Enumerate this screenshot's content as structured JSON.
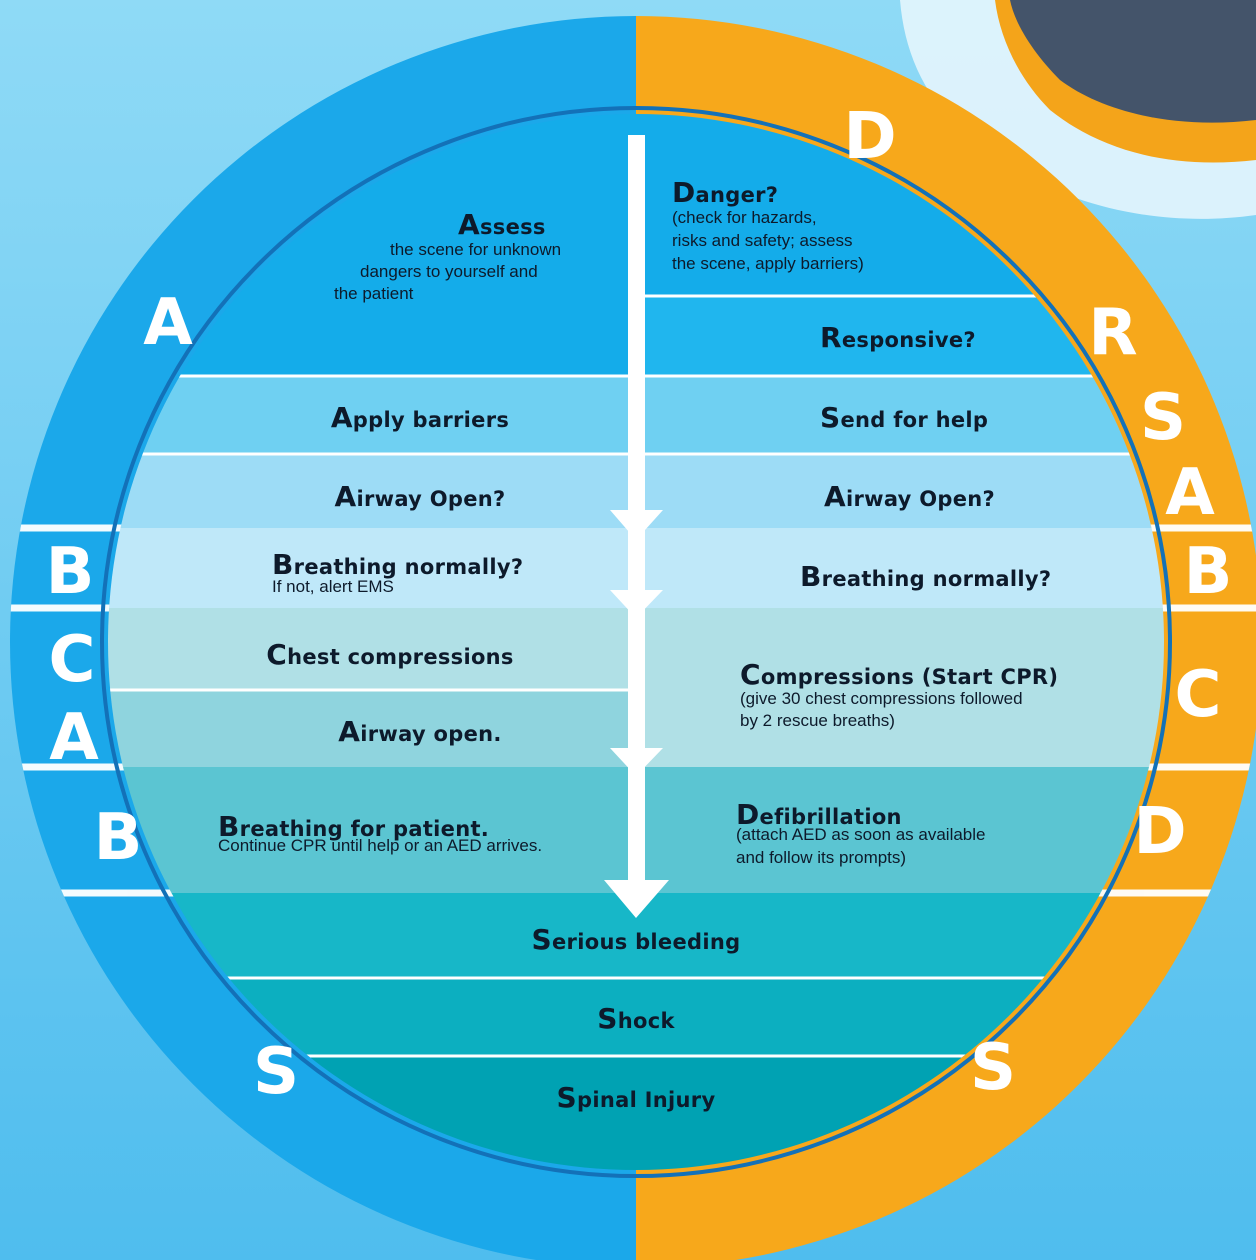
{
  "colors": {
    "background": "#5cc6f0",
    "ring_left": "#1ba8ea",
    "ring_right": "#f7a81b",
    "band_top": "#14acea",
    "band_light": "#6fd0f2",
    "band_lighter": "#9ddcf6",
    "band_palest": "#bfe8f9",
    "band_teal_light": "#b0e0e6",
    "band_teal_mid": "#8fd4de",
    "band_teal": "#5bc5d2",
    "band_teal_dark": "#17b7c8",
    "band_teal_darker": "#00a7b7",
    "divider": "#ffffff"
  },
  "ring": {
    "left_letters": [
      "A",
      "B",
      "C",
      "A",
      "B",
      "S"
    ],
    "right_letters": [
      "D",
      "R",
      "S",
      "A",
      "B",
      "C",
      "D",
      "S"
    ]
  },
  "left": {
    "assess": {
      "head": "Assess",
      "sub": [
        "the scene for unknown",
        "dangers to yourself and",
        "the patient"
      ]
    },
    "apply_barriers": "Apply barriers",
    "airway_open": "Airway Open?",
    "breathing_normally": {
      "head": "Breathing normally?",
      "sub": "If not, alert EMS"
    },
    "chest_compressions": "Chest compressions",
    "airway_open_2": "Airway open.",
    "breathing_for_patient": {
      "head": "Breathing for patient.",
      "sub": "Continue CPR until help or an AED arrives."
    }
  },
  "right": {
    "danger": {
      "head": "Danger?",
      "sub": [
        "(check for hazards,",
        "risks and safety; assess",
        "the scene, apply barriers)"
      ]
    },
    "responsive": "Responsive?",
    "send_for_help": "Send for help",
    "airway_open": "Airway Open?",
    "breathing_normally": "Breathing normally?",
    "compressions": {
      "head": "Compressions (Start CPR)",
      "sub": [
        "(give 30 chest compressions followed",
        "by 2 rescue breaths)"
      ]
    },
    "defibrillation": {
      "head": "Defibrillation",
      "sub": [
        "(attach AED as soon as available",
        "and follow its prompts)"
      ]
    }
  },
  "bottom": {
    "serious_bleeding": "Serious bleeding",
    "shock": "Shock",
    "spinal_injury": "Spinal Injury"
  }
}
